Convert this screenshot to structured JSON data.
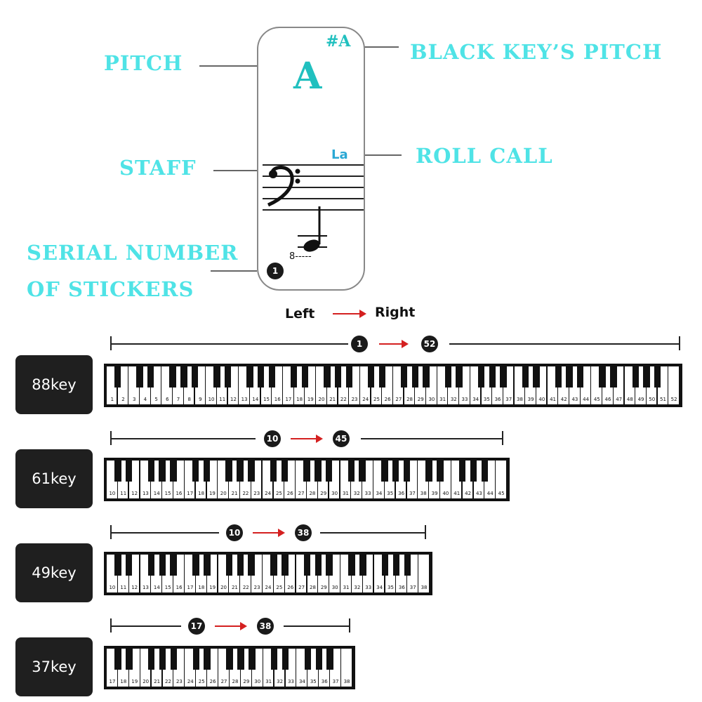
{
  "diagram": {
    "labels": {
      "pitch": "PITCH",
      "black_key_pitch": "BLACK KEY’S PITCH",
      "staff": "STAFF",
      "roll_call": "ROLL CALL",
      "serial_line1": "SERIAL NUMBER",
      "serial_line2": "OF STICKERS"
    },
    "sticker": {
      "pitch_letter": "A",
      "black_key_letter": "#A",
      "roll_call": "La",
      "octave_mark": "8-----",
      "serial": "1"
    }
  },
  "direction": {
    "left": "Left",
    "right": "Right"
  },
  "keyboards": [
    {
      "label": "88key",
      "start": "1",
      "end": "52",
      "start_num": 1,
      "end_num": 52
    },
    {
      "label": "61key",
      "start": "10",
      "end": "45",
      "start_num": 10,
      "end_num": 45
    },
    {
      "label": "49key",
      "start": "10",
      "end": "38",
      "start_num": 10,
      "end_num": 38
    },
    {
      "label": "37key",
      "start": "17",
      "end": "38",
      "start_num": 17,
      "end_num": 38
    }
  ],
  "colors": {
    "label_cyan": "#4fe3e6",
    "pitch_teal": "#21c0bf",
    "arrow_red": "#d42020"
  }
}
